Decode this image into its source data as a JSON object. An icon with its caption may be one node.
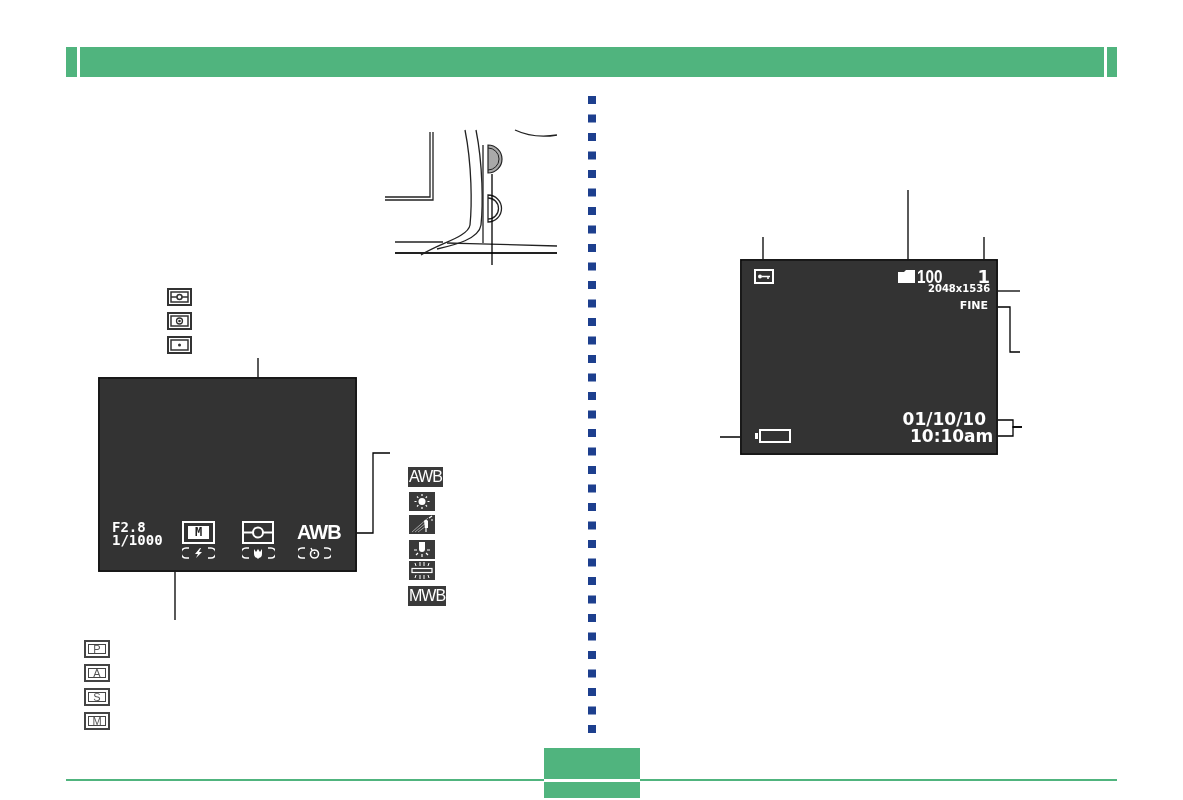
{
  "diagram": {
    "nodes": [
      {
        "text": [],
        "shape": "box"
      },
      {
        "text": [
          "M"
        ],
        "in": 0
      },
      {
        "text": [],
        "shape": "box",
        "in": 0
      },
      {
        "text": [
          "AWB"
        ],
        "in": 0
      },
      {
        "text": [],
        "shape": "box"
      },
      {
        "text": [],
        "shape": "box",
        "in": 4
      },
      {
        "text": [
          "100"
        ],
        "in": 4
      },
      {
        "text": [
          "1"
        ],
        "in": 4
      },
      {
        "text": [
          "2048x1536"
        ],
        "in": 4
      },
      {
        "text": [
          "FINE"
        ],
        "in": 4
      },
      {
        "text": [
          "01/10/10"
        ],
        "in": 4
      },
      {
        "text": [
          "10:10am"
        ],
        "in": 4
      },
      {
        "text": [],
        "shape": "battery",
        "in": 4
      },
      {
        "text": [],
        "shape": "picture"
      },
      {
        "text": [],
        "shape": "circle",
        "in": 13
      }
    ],
    "edges": [
      {
        "from": null,
        "to": 2,
        "arrow": "none"
      },
      {
        "from": null,
        "to": 3,
        "arrow": "none"
      },
      {
        "from": null,
        "to": 1,
        "arrow": "none"
      },
      {
        "from": null,
        "to": 14,
        "arrow": "none"
      },
      {
        "from": null,
        "to": 5,
        "arrow": "none"
      },
      {
        "from": null,
        "to": 6,
        "arrow": "none"
      },
      {
        "from": null,
        "to": 7,
        "arrow": "none"
      },
      {
        "from": null,
        "to": 8,
        "arrow": "none"
      },
      {
        "from": null,
        "to": 9,
        "arrow": "none"
      },
      {
        "from": null,
        "to": 10,
        "arrow": "none"
      },
      {
        "from": null,
        "to": 11,
        "arrow": "none"
      },
      {
        "from": null,
        "to": 12,
        "arrow": "none"
      }
    ],
    "labels": [
      "F2.8",
      "1/1000",
      "AWB",
      "MWB",
      "P",
      "A",
      "S",
      "M"
    ]
  }
}
